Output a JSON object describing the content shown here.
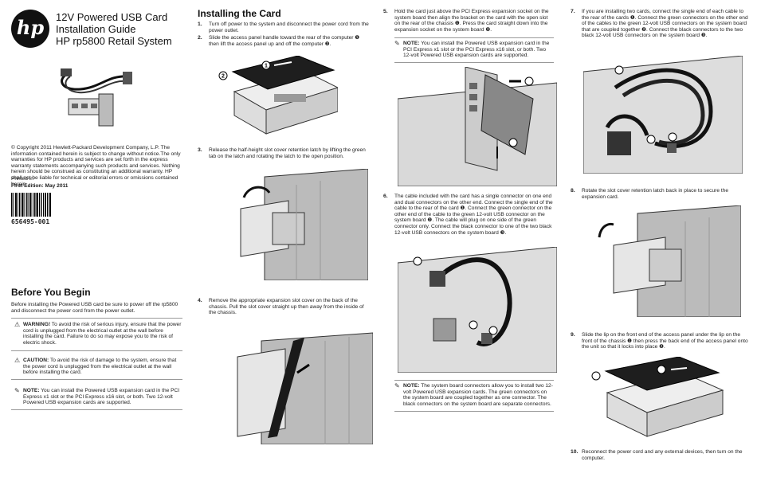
{
  "logo": {
    "text": "hp"
  },
  "product": {
    "title_line1": "12V Powered USB Card",
    "title_line2": "Installation Guide",
    "title_line3": "HP rp5800 Retail System"
  },
  "copyright": "© Copyright 2011 Hewlett-Packard Development Company, L.P. The information contained herein is subject to change without notice.The only warranties for HP products and services are set forth in the express warranty statements accompanying such products and services. Nothing herein should be construed as constituting an additional warranty. HP shall not be liable for technical or editorial errors or omissions contained herein.",
  "printed_in": "Printed in",
  "first_edition": "First Edition: May 2011",
  "part_number": "656495-001",
  "before": {
    "heading": "Before You Begin",
    "intro": "Before installing the Powered USB card be sure to power off the rp5800 and disconnect the power cord from the power outlet.",
    "warning_label": "WARNING!",
    "warning_text": "To avoid the risk of serious injury, ensure that the power cord is unplugged from the electrical outlet at the wall before installing the card. Failure to do so may expose you to the risk of electric shock.",
    "caution_label": "CAUTION:",
    "caution_text": "To avoid the risk of damage to the system, ensure that the power cord is unplugged from the electrical outlet at the wall before installing the card.",
    "note_label": "NOTE:",
    "note_text": "You can install the Powered USB expansion card in the PCI Express x1 slot or the PCI Express x16 slot, or both. Two 12-volt Powered USB expansion cards are supported."
  },
  "installing": {
    "heading": "Installing the Card"
  },
  "steps": [
    {
      "n": "1.",
      "text": "Turn off power to the system and disconnect the power cord from the power outlet."
    },
    {
      "n": "2.",
      "text": "Slide the access panel handle toward the rear of the computer ❶ then lift the access panel up and off the computer ❷."
    },
    {
      "n": "3.",
      "text": "Release the half-height slot cover retention latch by lifting the green tab on the latch and rotating the latch to the open position."
    },
    {
      "n": "4.",
      "text": "Remove the appropriate expansion slot cover on the back of the chassis. Pull the slot cover straight up then away from the inside of the chassis."
    },
    {
      "n": "5.",
      "text": "Hold the card just above the PCI Express expansion socket on the system board then align the bracket on the card with the open slot on the rear of the chassis ❶. Press the card straight down into the expansion socket on the system board ❷."
    },
    {
      "n": "6.",
      "text": "The cable included with the card has a single connector on one end and dual connectors on the other end. Connect the single end of the cable to the rear of the card ❶. Connect the green connector on the other end of the cable to the green 12-volt USB connector on the system board ❷. The cable will plug on one side of the green connector only. Connect the black connector to one of the two black 12-volt USB connectors on the system board ❸."
    },
    {
      "n": "7.",
      "text": "If you are installing two cards, connect the single end of each cable to the rear of the cards ❶. Connect the green connectors on the other end of the cables to the green 12-volt USB connectors on the system board that are coupled together ❷. Connect the black connectors to the two black 12-volt USB connectors on the system board ❸."
    },
    {
      "n": "8.",
      "text": "Rotate the slot cover retention latch back in place to secure the expansion card."
    },
    {
      "n": "9.",
      "text": "Slide the lip on the front end of the access panel under the lip on the front of the chassis ❶ then press the back end of the access panel onto the unit so that it locks into place ❷."
    },
    {
      "n": "10.",
      "text": "Reconnect the power cord and any external devices, then turn on the computer."
    }
  ],
  "note5": {
    "label": "NOTE:",
    "text": "You can install the Powered USB expansion card in the PCI Express x1 slot or the PCI Express x16 slot, or both. Two 12-volt Powered USB expansion cards are supported."
  },
  "note6": {
    "label": "NOTE:",
    "text": "The system board connectors allow you to install two 12-volt Powered USB expansion cards. The green connectors on the system board are coupled together as one connector. The black connectors on the system board are separate connectors."
  },
  "callouts": {
    "one": "1",
    "two": "2",
    "three": "3"
  }
}
